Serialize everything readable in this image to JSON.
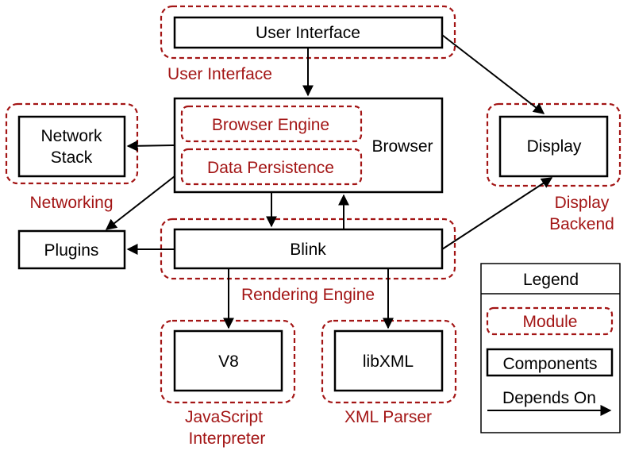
{
  "components": {
    "user_interface": "User Interface",
    "network_stack_line1": "Network",
    "network_stack_line2": "Stack",
    "browser": "Browser",
    "display": "Display",
    "plugins": "Plugins",
    "blink": "Blink",
    "v8": "V8",
    "libxml": "libXML"
  },
  "modules": {
    "browser_engine": "Browser Engine",
    "data_persistence": "Data Persistence",
    "user_interface": "User Interface",
    "networking": "Networking",
    "display_backend_line1": "Display",
    "display_backend_line2": "Backend",
    "rendering_engine": "Rendering Engine",
    "javascript_interpreter_line1": "JavaScript",
    "javascript_interpreter_line2": "Interpreter",
    "xml_parser": "XML Parser"
  },
  "legend": {
    "title": "Legend",
    "module": "Module",
    "components": "Components",
    "depends_on": "Depends On"
  },
  "colors": {
    "module": "#a31515",
    "component": "#000000"
  }
}
